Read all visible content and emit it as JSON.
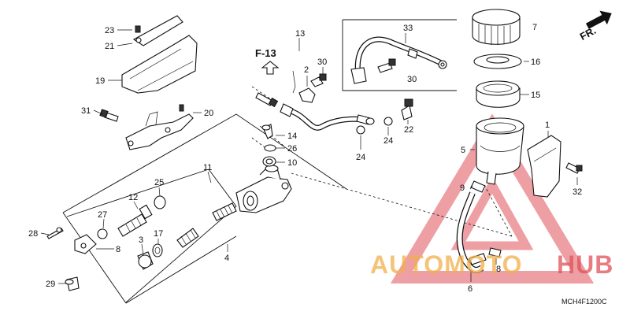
{
  "callouts": {
    "c1": "1",
    "c2": "2",
    "c3": "3",
    "c4": "4",
    "c5": "5",
    "c6": "6",
    "c7": "7",
    "c8a": "8",
    "c8b": "8",
    "c9": "9",
    "c10": "10",
    "c11": "11",
    "c12": "12",
    "c13": "13",
    "c14": "14",
    "c15": "15",
    "c16": "16",
    "c17": "17",
    "c19": "19",
    "c20": "20",
    "c21": "21",
    "c22": "22",
    "c23": "23",
    "c24a": "24",
    "c24b": "24",
    "c25": "25",
    "c26": "26",
    "c27": "27",
    "c28": "28",
    "c29": "29",
    "c30a": "30",
    "c30b": "30",
    "c31": "31",
    "c32": "32",
    "c33": "33"
  },
  "ref_label": "F-13",
  "direction_label": "FR.",
  "diagram_code": "MCH4F1200C",
  "watermark": {
    "text_left": "AUTOMOTO",
    "text_right": "HUB",
    "color_orange": "#f2b04a",
    "color_red": "#e0525a"
  }
}
